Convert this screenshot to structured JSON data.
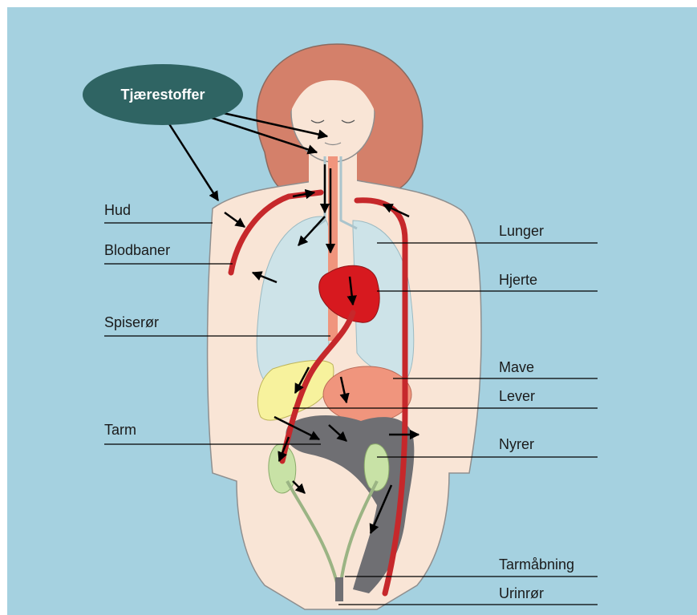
{
  "diagram": {
    "source_bubble": "Tjærestoffer",
    "labels_left": [
      "Hud",
      "Blodbaner",
      "Spiserør",
      "Tarm"
    ],
    "labels_right": [
      "Lunger",
      "Hjerte",
      "Mave",
      "Lever",
      "Nyrer",
      "Tarmåbning",
      "Urinrør"
    ]
  },
  "colors": {
    "background": "#a5d1e0",
    "skin": "#f9e5d6",
    "hair": "#d4806a",
    "lungs": "#cde3e8",
    "heart": "#d7191f",
    "stomach": "#f0957d",
    "liver": "#f7f29d",
    "intestine": "#6f6f73",
    "kidney": "#c8e2a6",
    "blood_vessel": "#c6282b",
    "bubble": "#2f6463"
  },
  "icons": [
    "arrow-icon"
  ]
}
